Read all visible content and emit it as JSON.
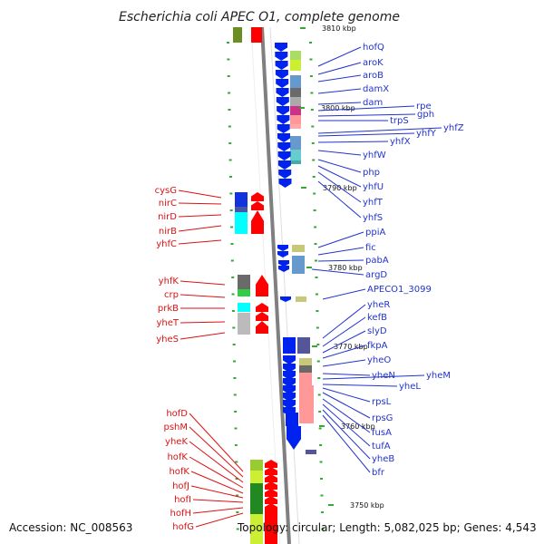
{
  "title": "Escherichia coli APEC O1, complete genome",
  "footer": {
    "accession": "Accession: NC_008563",
    "topology": "Topology: circular; Length: 5,082,025 bp; Genes: 4,543"
  },
  "ticks": [
    "3810 kbp",
    "3800 kbp",
    "3790 kbp",
    "3780 kbp",
    "3770 kbp",
    "3760 kbp",
    "3750 kbp"
  ],
  "right_genes": [
    "hofQ",
    "aroK",
    "aroB",
    "damX",
    "dam",
    "rpe",
    "gph",
    "trpS",
    "yhfZ",
    "yhfY",
    "yhfX",
    "yhfW",
    "php",
    "yhfU",
    "yhfT",
    "yhfS",
    "ppiA",
    "fic",
    "pabA",
    "argD",
    "APECO1_3099",
    "yheR",
    "kefB",
    "slyD",
    "fkpA",
    "yheO",
    "yheN",
    "yheM",
    "yheL",
    "rpsL",
    "rpsG",
    "fusA",
    "tufA",
    "yheB",
    "bfr"
  ],
  "left_genes": [
    "cysG",
    "nirC",
    "nirD",
    "nirB",
    "yhfC",
    "yhfK",
    "crp",
    "prkB",
    "yheT",
    "yheS",
    "hofD",
    "pshM",
    "yheK",
    "hofK",
    "hofK",
    "hofJ",
    "hofI",
    "hofH",
    "hofG"
  ],
  "colors": {
    "forward_strand": "#ff0000",
    "reverse_strand": "#0022ee",
    "right_label": "#2233cc",
    "left_label": "#dd1111"
  }
}
